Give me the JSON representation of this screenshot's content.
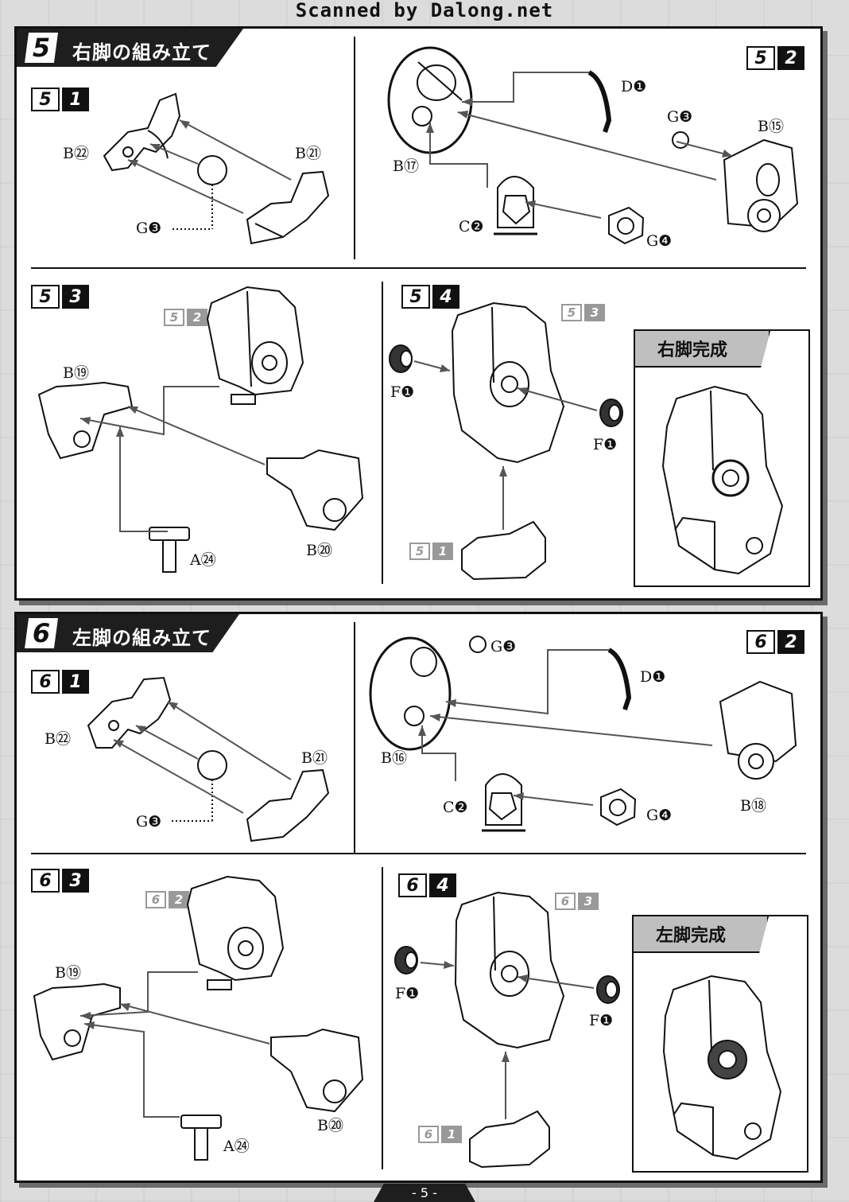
{
  "header": {
    "scan_credit": "Scanned by Dalong.net"
  },
  "section5": {
    "number": "5",
    "title": "右脚の組み立て",
    "steps": {
      "s1": {
        "major": "5",
        "minor": "1",
        "labels": {
          "b22": "B㉒",
          "b21": "B㉑",
          "g3": "G❸"
        }
      },
      "s2": {
        "major": "5",
        "minor": "2",
        "labels": {
          "d1": "D❶",
          "g3": "G❸",
          "b15": "B⑮",
          "b17": "B⑰",
          "c2": "C❷",
          "g4": "G❹"
        }
      },
      "s3": {
        "major": "5",
        "minor": "3",
        "ref": {
          "major": "5",
          "minor": "2"
        },
        "labels": {
          "b19": "B⑲",
          "a24": "A㉔",
          "b20": "B⑳"
        }
      },
      "s4": {
        "major": "5",
        "minor": "4",
        "ref_top": {
          "major": "5",
          "minor": "3"
        },
        "ref_bottom": {
          "major": "5",
          "minor": "1"
        },
        "labels": {
          "f1_left": "F❶",
          "f1_right": "F❶"
        }
      }
    },
    "complete_label": "右脚完成"
  },
  "section6": {
    "number": "6",
    "title": "左脚の組み立て",
    "steps": {
      "s1": {
        "major": "6",
        "minor": "1",
        "labels": {
          "b22": "B㉒",
          "b21": "B㉑",
          "g3": "G❸"
        }
      },
      "s2": {
        "major": "6",
        "minor": "2",
        "labels": {
          "g3": "G❸",
          "d1": "D❶",
          "b16": "B⑯",
          "c2": "C❷",
          "g4": "G❹",
          "b18": "B⑱"
        }
      },
      "s3": {
        "major": "6",
        "minor": "3",
        "ref": {
          "major": "6",
          "minor": "2"
        },
        "labels": {
          "b19": "B⑲",
          "a24": "A㉔",
          "b20": "B⑳"
        }
      },
      "s4": {
        "major": "6",
        "minor": "4",
        "ref_top": {
          "major": "6",
          "minor": "3"
        },
        "ref_bottom": {
          "major": "6",
          "minor": "1"
        },
        "labels": {
          "f1_left": "F❶",
          "f1_right": "F❶"
        }
      }
    },
    "complete_label": "左脚完成"
  },
  "footer": {
    "page_number": "- 5 -"
  }
}
